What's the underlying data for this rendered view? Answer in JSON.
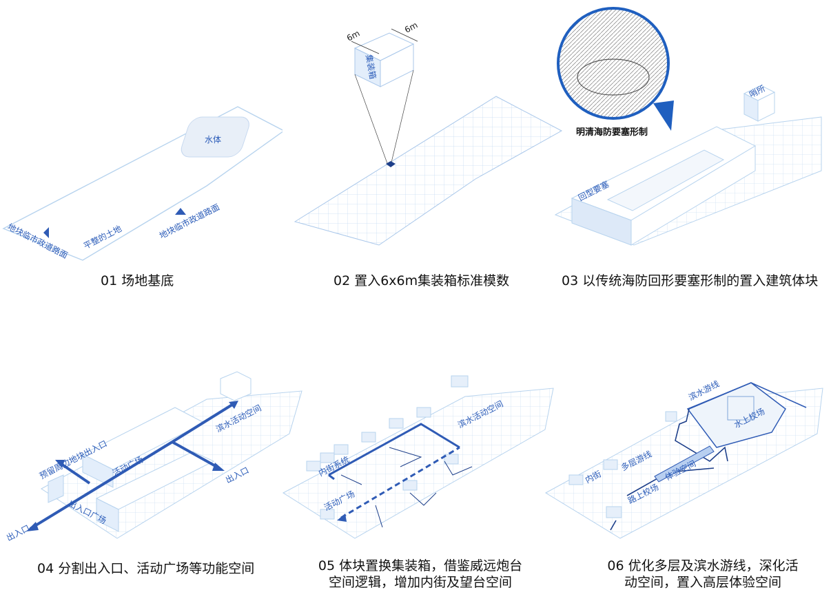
{
  "panels": [
    {
      "caption": "01 场地基底",
      "labels": {
        "water": "水体",
        "flat_land": "平整的土地",
        "road_a": "地块临市政道路面",
        "road_b": "地块临市政道路面"
      }
    },
    {
      "caption": "02 置入6x6m集装箱标准模数",
      "labels": {
        "container": "集装箱",
        "dim_a": "6m",
        "dim_b": "6m"
      }
    },
    {
      "caption": "03 以传统海防回形要塞形制的置入建筑体块",
      "labels": {
        "inset_caption": "明清海防要塞形制",
        "lookout": "哨所",
        "fortress": "回型要塞"
      }
    },
    {
      "caption": "04 分割出入口、活动广场等功能空间",
      "labels": {
        "reserved_entry": "预留周边地块出入口",
        "waterfront": "滨水活动空间",
        "plaza": "活动广场",
        "exit_right": "出入口",
        "exit_left": "出入口",
        "entry_plaza": "出入口广场"
      }
    },
    {
      "caption_line1": "05 体块置换集装箱，借鉴威远炮台",
      "caption_line2": "空间逻辑，增加内街及望台空间",
      "labels": {
        "waterfront": "滨水活动空间",
        "inner_street": "内街系统",
        "plaza": "活动广场"
      }
    },
    {
      "caption_line1": "06 优化多层及滨水游线，深化活",
      "caption_line2": "动空间，置入高层体验空间",
      "labels": {
        "water_route": "滨水游线",
        "water_field": "水上校场",
        "multi_route": "多层游线",
        "inner_street": "内街",
        "road_field": "路上校场",
        "experience": "体验空间"
      }
    }
  ]
}
